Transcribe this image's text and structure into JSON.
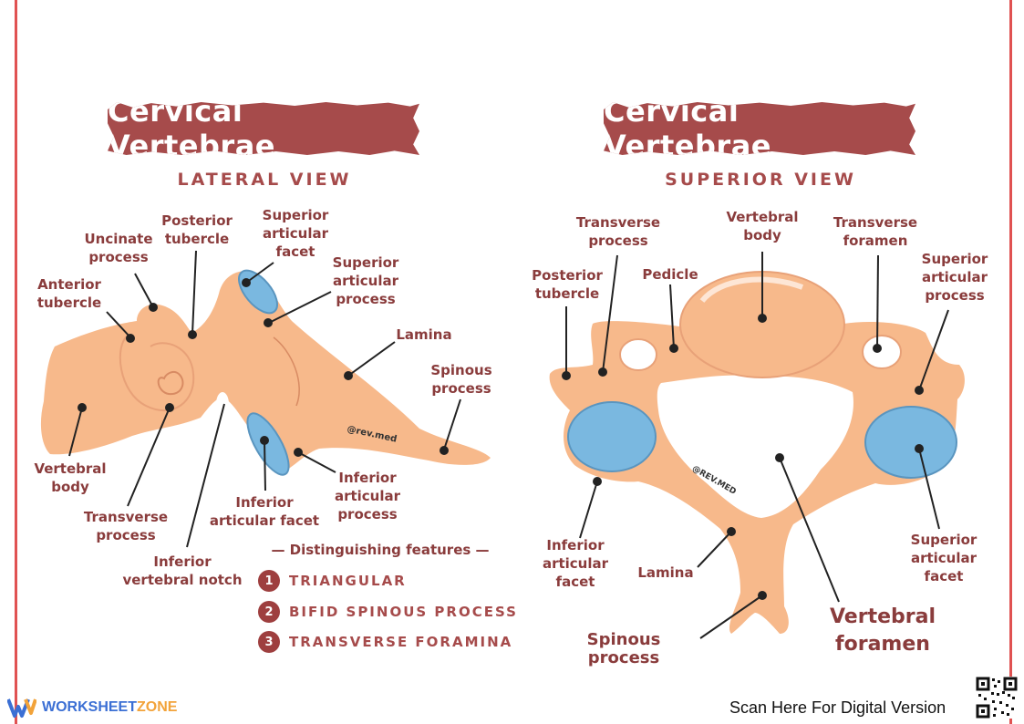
{
  "left_panel": {
    "banner_title": "Cervical Vertebrae",
    "view_title": "LATERAL VIEW",
    "labels": {
      "uncinate_process": "Uncinate\nprocess",
      "posterior_tubercle": "Posterior\ntubercle",
      "superior_articular_facet": "Superior\narticular\nfacet",
      "superior_articular_process": "Superior\narticular\nprocess",
      "anterior_tubercle": "Anterior\ntubercle",
      "lamina": "Lamina",
      "spinous_process": "Spinous\nprocess",
      "vertebral_body": "Vertebral\nbody",
      "transverse_process": "Transverse\nprocess",
      "inferior_vertebral_notch": "Inferior\nvertebral notch",
      "inferior_articular_facet": "Inferior\narticular facet",
      "inferior_articular_process": "Inferior\narticular\nprocess"
    },
    "watermark": "@rev.med",
    "features": {
      "title": "— Distinguishing features —",
      "items": [
        {
          "num": "1",
          "text": "TRIANGULAR"
        },
        {
          "num": "2",
          "text": "BIFID SPINOUS PROCESS"
        },
        {
          "num": "3",
          "text": "TRANSVERSE FORAMINA"
        }
      ]
    }
  },
  "right_panel": {
    "banner_title": "Cervical Vertebrae",
    "view_title": "SUPERIOR VIEW",
    "labels": {
      "transverse_process": "Transverse\nprocess",
      "vertebral_body": "Vertebral\nbody",
      "transverse_foramen": "Transverse\nforamen",
      "posterior_tubercle": "Posterior\ntubercle",
      "pedicle": "Pedicle",
      "superior_articular_process": "Superior\narticular\nprocess",
      "inferior_articular_facet": "Inferior\narticular\nfacet",
      "lamina": "Lamina",
      "superior_articular_facet": "Superior\narticular\nfacet",
      "spinous_process": "Spinous process",
      "vertebral_foramen": "Vertebral\nforamen"
    },
    "watermark": "@REV.MED"
  },
  "footer": {
    "brand_part1": "WORKSHEET",
    "brand_part2": "ZONE",
    "scan_text": "Scan Here For Digital Version"
  },
  "colors": {
    "bone": "#f7b98b",
    "facet": "#7ab8e0",
    "accent": "#a64b4b",
    "label": "#8a3c3c",
    "frame": "#e05252"
  }
}
